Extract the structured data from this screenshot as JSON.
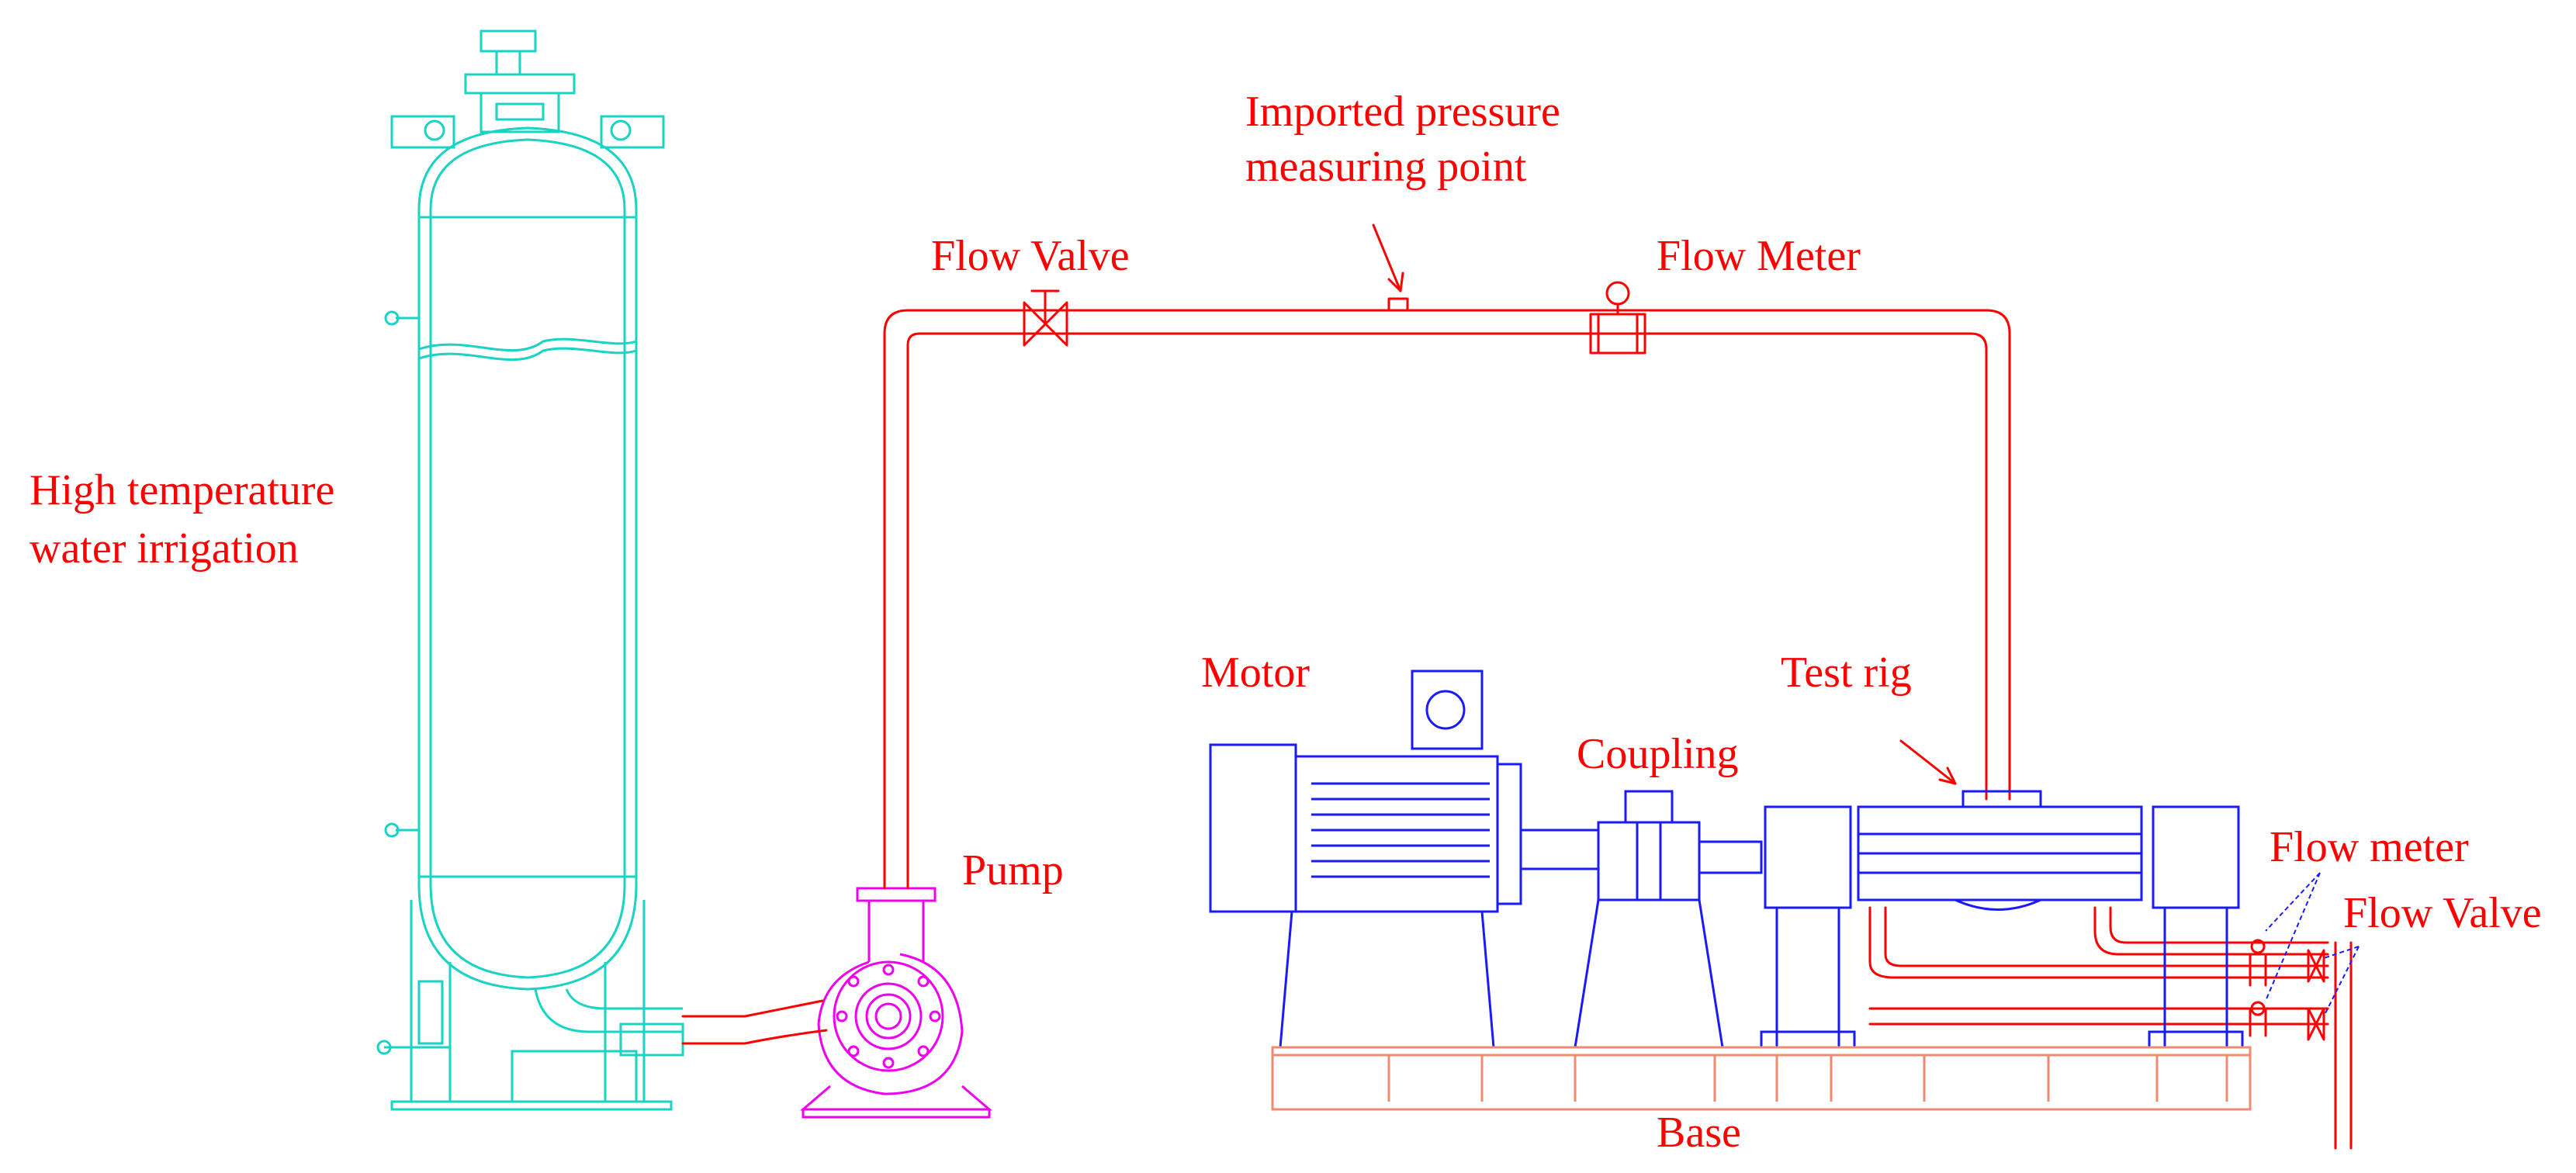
{
  "labels": {
    "tank": [
      "High temperature",
      "water irrigation"
    ],
    "pump": "Pump",
    "flow_valve_top": "Flow Valve",
    "pressure_point": [
      "Imported  pressure",
      "measuring point"
    ],
    "flow_meter_top": "Flow Meter",
    "motor": "Motor",
    "coupling": "Coupling",
    "test_rig": "Test rig",
    "flow_meter_right": "Flow meter",
    "flow_valve_right": "Flow Valve",
    "base": "Base"
  },
  "colors": {
    "label": "#ff0000",
    "tank": "#19d3c4",
    "pump": "#ee00ee",
    "machinery": "#1a1aff",
    "base": "#f08a70",
    "pipe": "#ff0000"
  }
}
